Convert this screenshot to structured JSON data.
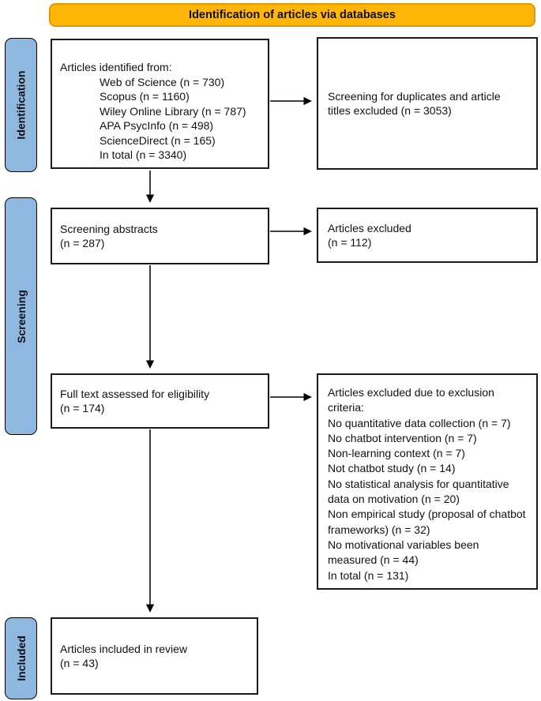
{
  "banner": {
    "title": "Identification of articles via databases"
  },
  "colors": {
    "banner_fill": "#FFB608",
    "banner_border": "#DE9A06",
    "stage_fill": "#8FB8E0",
    "box_border": "#1A1A1A"
  },
  "stages": [
    {
      "label": "Identification"
    },
    {
      "label": "Screening"
    },
    {
      "label": "Included"
    }
  ],
  "boxes": {
    "identified": {
      "intro": "Articles identified from:",
      "sources": [
        "Web of Science (n = 730)",
        "Scopus (n = 1160)",
        "Wiley Online Library (n = 787)",
        "APA PsycInfo (n = 498)",
        "ScienceDirect (n = 165)",
        "In total (n = 3340)"
      ]
    },
    "duplicates_excluded": {
      "text": "Screening for duplicates and article titles excluded (n = 3053)"
    },
    "screening_abstracts": {
      "line1": "Screening abstracts",
      "line2": "(n = 287)"
    },
    "abstracts_excluded": {
      "line1": "Articles excluded",
      "line2": "(n = 112)"
    },
    "full_text": {
      "line1": "Full text assessed for eligibility",
      "line2": "(n = 174)"
    },
    "full_text_excluded": {
      "intro": "Articles excluded due to exclusion criteria:",
      "reasons": [
        "No quantitative data collection (n = 7)",
        "No chatbot intervention (n = 7)",
        "Non-learning context (n = 7)",
        "Not chatbot study (n = 14)",
        "No statistical analysis for quantitative data on motivation (n = 20)",
        "Non empirical study (proposal of chatbot frameworks) (n = 32)",
        "No motivational variables been measured (n = 44)",
        "In total (n = 131)"
      ]
    },
    "included": {
      "line1": "Articles included in review",
      "line2": "(n = 43)"
    }
  }
}
